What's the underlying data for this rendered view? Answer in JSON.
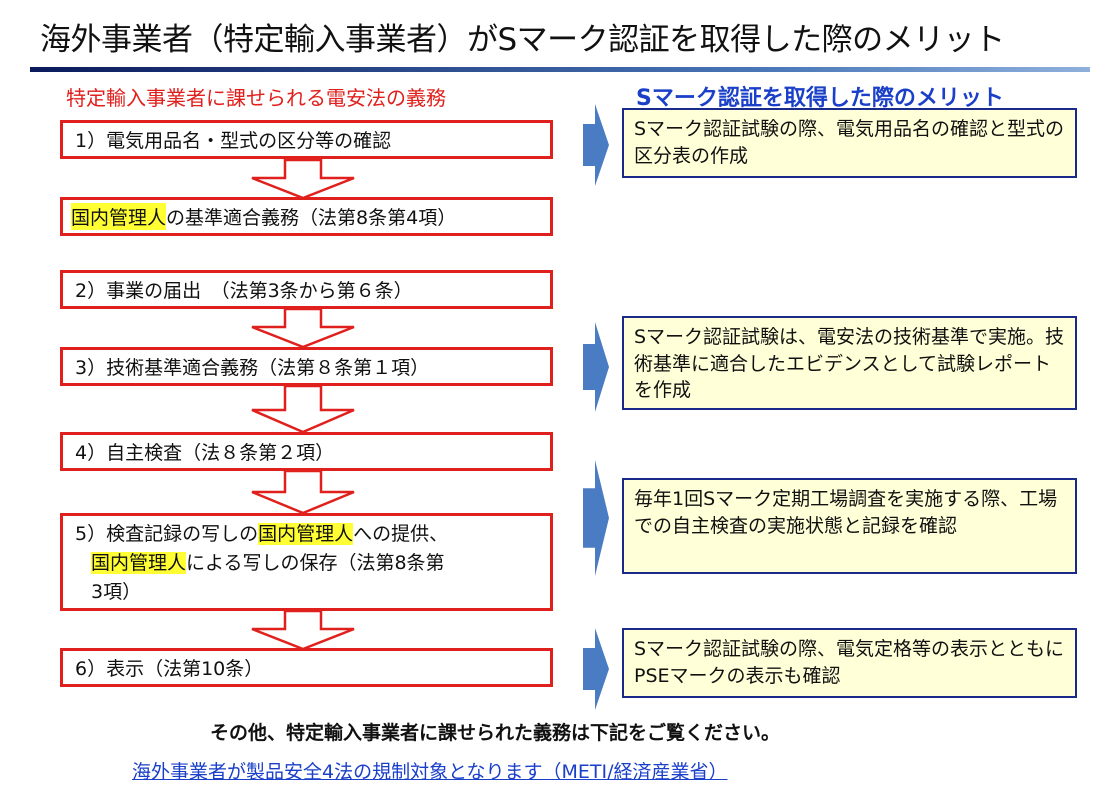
{
  "title": "海外事業者（特定輸入事業者）がSマーク認証を取得した際のメリット",
  "left_heading": "特定輸入事業者に課せられる電安法の義務",
  "right_heading": "Sマーク認証を取得した際のメリット",
  "obligations": {
    "o1": "1）電気用品名・型式の区分等の確認",
    "om_hl": "国内管理人",
    "om_rest": "の基準適合義務（法第8条第4項）",
    "o2": "2）事業の届出　（法第3条から第６条）",
    "o3": "3）技術基準適合義務（法第８条第１項）",
    "o4": "4）自主検査（法８条第２項）",
    "o5_a": "5）検査記録の写しの",
    "o5_hl1": "国内管理人",
    "o5_b": "への提供、",
    "o5_hl2": "国内管理人",
    "o5_c": "による写しの保存（法第8条第",
    "o5_d": "3項）",
    "o6": "6）表示（法第10条）"
  },
  "merits": [
    "Sマーク認証試験の際、電気用品名の確認と型式の区分表の作成",
    "Sマーク認証試験は、電安法の技術基準で実施。技術基準に適合したエビデンスとして試験レポートを作成",
    "毎年1回Sマーク定期工場調査を実施する際、工場での自主検査の実施状態と記録を確認",
    "Sマーク認証試験の際、電気定格等の表示とともにPSEマークの表示も確認"
  ],
  "note": "その他、特定輸入事業者に課せられた義務は下記をご覧ください。",
  "link": "海外事業者が製品安全4法の規制対象となります（METI/経済産業省）"
}
